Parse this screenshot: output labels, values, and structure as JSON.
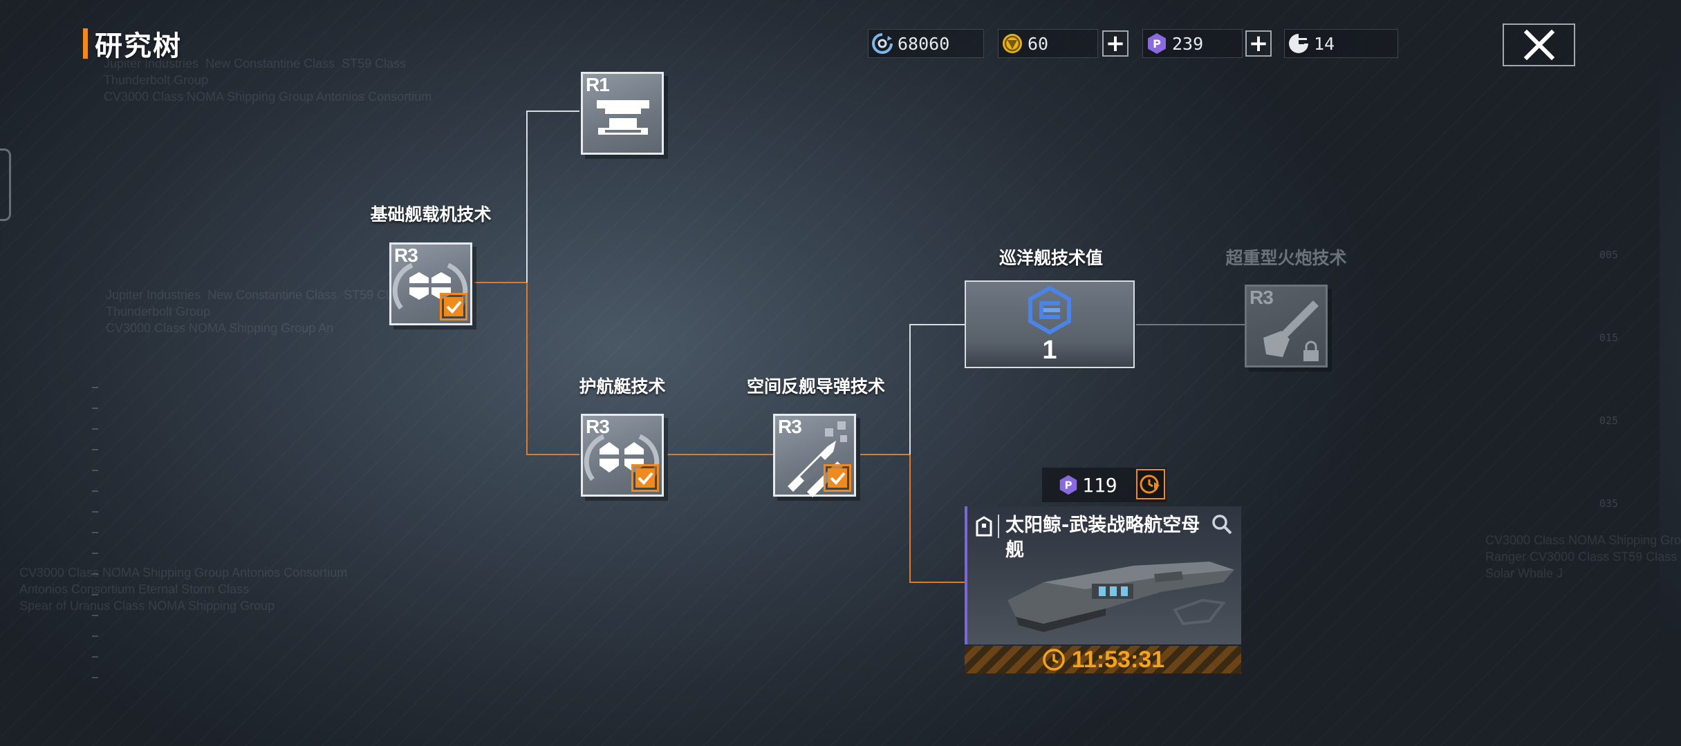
{
  "header": {
    "title": "研究树"
  },
  "currencies": [
    {
      "name": "credits",
      "icon": "credits-icon",
      "value": "68060"
    },
    {
      "name": "gold",
      "icon": "gold-coin-icon",
      "value": "60"
    },
    {
      "name": "research-points",
      "icon": "research-point-icon",
      "value": "239"
    },
    {
      "name": "tech-points",
      "icon": "tech-point-icon",
      "value": "14"
    }
  ],
  "background_text": {
    "block1": "Jupiter Industries  New Constantine Class  ST59 Class\nThunderbolt Group\nCV3000 Class NOMA Shipping Group Antonios Consortium",
    "block2": "Jupiter Industries  New Constantine Class  ST59 Class\nThunderbolt Group\nCV3000 Class NOMA Shipping Group An",
    "block3": "CV3000 Class NOMA Shipping Group Antonios Consortium\nAntonios Consortium Eternal Storm Class\nSpear of Uranus Class NOMA Shipping Group",
    "block4": "CV3000 Class NOMA Shipping Gro\nRanger CV3000 Class ST59 Class\nSolar Whale J",
    "ruler": [
      "005",
      "015",
      "025",
      "035"
    ]
  },
  "nodes": [
    {
      "id": "r1-node",
      "rank": "R1",
      "label": "",
      "completed": false,
      "locked": false
    },
    {
      "id": "basic-carrier-tech",
      "rank": "R3",
      "label": "基础舰载机技术",
      "completed": true,
      "locked": false
    },
    {
      "id": "escort-tech",
      "rank": "R3",
      "label": "护航艇技术",
      "completed": true,
      "locked": false
    },
    {
      "id": "anti-ship-missile-tech",
      "rank": "R3",
      "label": "空间反舰导弹技术",
      "completed": true,
      "locked": false
    },
    {
      "id": "super-heavy-cannon-tech",
      "rank": "R3",
      "label": "超重型火炮技术",
      "completed": false,
      "locked": true
    }
  ],
  "cruiser_points": {
    "label": "巡洋舰技术值",
    "value": "1"
  },
  "research": {
    "cost": "119",
    "ship_name": "太阳鲸-武装战略航空母舰",
    "timer": "11:53:31"
  },
  "colors": {
    "accent": "#f08a1c",
    "research_purple": "#7a67d8",
    "completed_line": "#e37a22",
    "locked": "#6c727a"
  }
}
